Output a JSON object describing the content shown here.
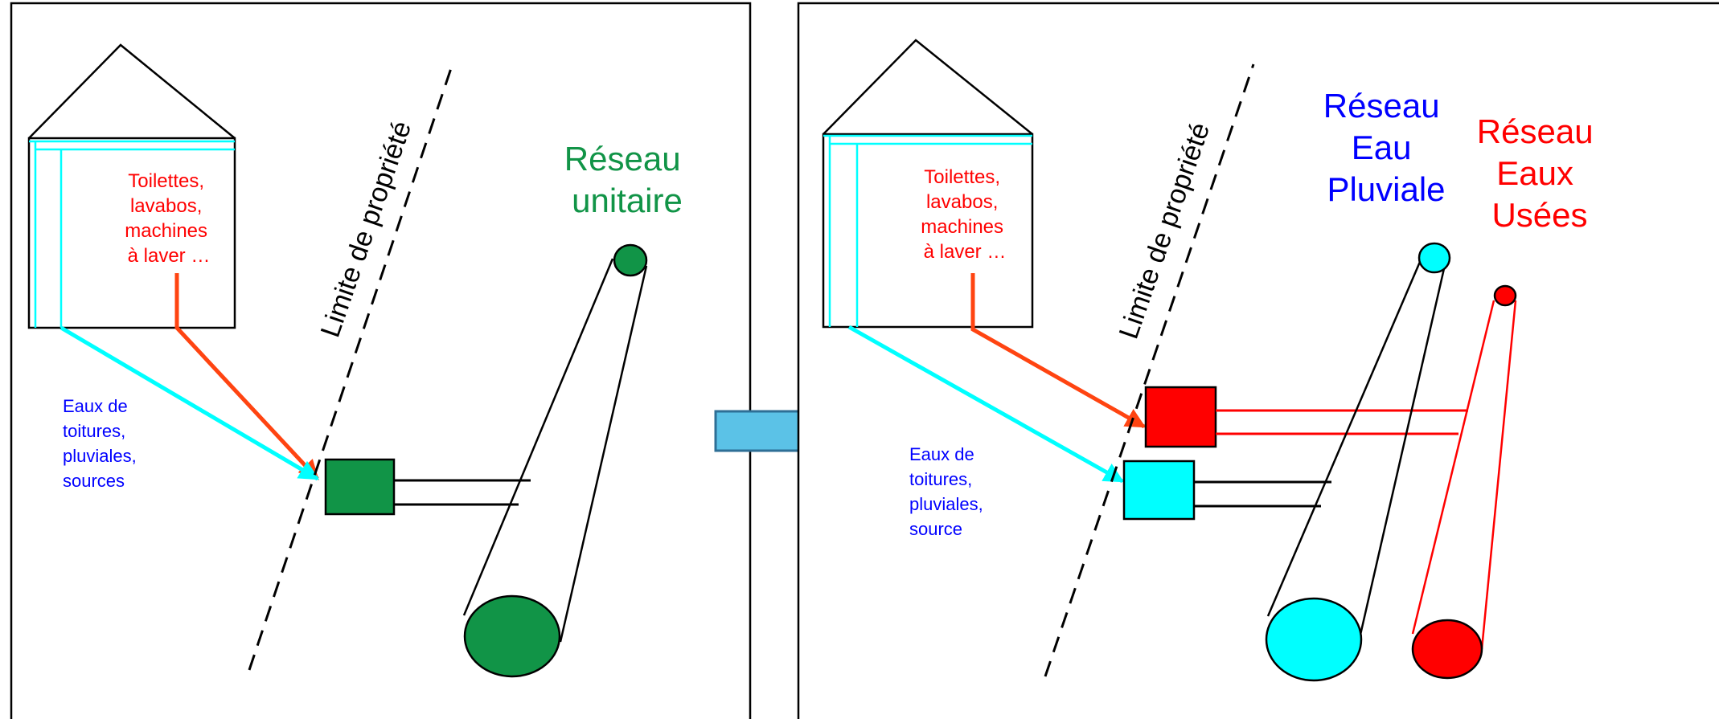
{
  "colors": {
    "unitary": "#119447",
    "rain": "#00ffff",
    "rain_label": "#0000ff",
    "waste": "#ff0000",
    "waste_pipe": "#ff4411",
    "arrow": "#5bc2e7",
    "arrow_border": "#2e6f96",
    "line": "#000000"
  },
  "before": {
    "property_limit_label": "Limite de propriété",
    "network_label": [
      "Réseau",
      "unitaire"
    ],
    "indoor_label": [
      "Toilettes,",
      "lavabos,",
      "machines",
      "à laver …"
    ],
    "rain_label": [
      "Eaux de",
      "toitures,",
      "pluviales,",
      "sources"
    ]
  },
  "after": {
    "property_limit_label": "Limite de propriété",
    "rain_network_label": [
      "Réseau",
      "Eau",
      "Pluviale"
    ],
    "waste_network_label": [
      "Réseau",
      "Eaux",
      "Usées"
    ],
    "indoor_label": [
      "Toilettes,",
      "lavabos,",
      "machines",
      "à laver …"
    ],
    "rain_label": [
      "Eaux de",
      "toitures,",
      "pluviales,",
      "source"
    ]
  },
  "transition_arrow_icon": "right-arrow-icon"
}
